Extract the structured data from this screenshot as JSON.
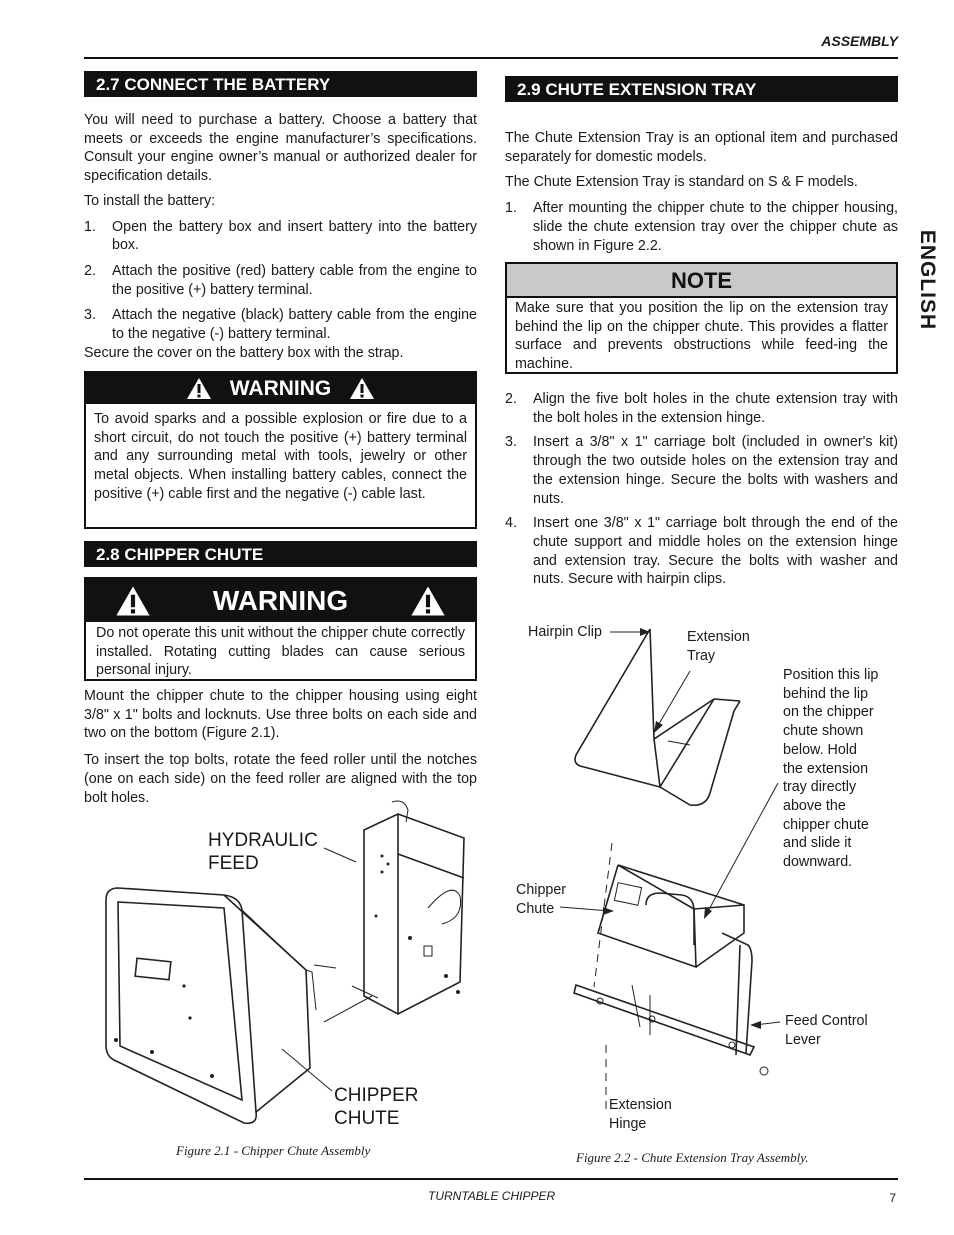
{
  "header": {
    "section_title": "ASSEMBLY"
  },
  "side_tab": {
    "label": "ENGLISH"
  },
  "section_27": {
    "heading": "2.7  CONNECT THE BATTERY",
    "intro": "You will need to purchase a battery.  Choose a battery that meets or exceeds the engine manufacturer’s specifications.  Consult your engine owner’s manual or authorized dealer for specification details.",
    "install_lead": "To install the battery:",
    "steps": [
      {
        "num": "1.",
        "text": "Open the battery box and insert battery into the battery box."
      },
      {
        "num": "2.",
        "text": "Attach the positive (red) battery cable from the engine to the positive (+) battery terminal."
      },
      {
        "num": "3.",
        "text": "Attach the negative (black) battery cable from the engine to the negative (-) battery terminal."
      }
    ],
    "secure": "Secure the cover on the battery box with the strap.",
    "warning": {
      "title": "WARNING",
      "text": "To avoid sparks and a possible explosion or fire due to a short circuit, do not touch the positive (+) battery terminal and any surrounding metal with tools, jewelry or other metal objects.  When installing battery cables, connect the positive (+) cable first and the negative (-) cable last."
    }
  },
  "section_28": {
    "heading": "2.8  CHIPPER CHUTE",
    "warning": {
      "title": "WARNING",
      "text": "Do not operate this unit without the chipper chute correctly installed. Rotating cutting blades can cause serious personal injury."
    },
    "para1": "Mount the chipper chute to the chipper housing using eight 3/8\" x 1\" bolts and locknuts. Use three bolts on each side and two on the bottom (Figure 2.1).",
    "para2": "To insert the top bolts, rotate the feed roller until the notches (one on each side) on the feed roller are aligned with the top bolt holes.",
    "figure": {
      "label_feed_1": "HYDRAULIC",
      "label_feed_2": "FEED",
      "label_chute_1": "CHIPPER",
      "label_chute_2": "CHUTE",
      "caption": "Figure 2.1 - Chipper Chute Assembly"
    }
  },
  "section_29": {
    "heading": "2.9  CHUTE EXTENSION TRAY",
    "para1": "The Chute Extension Tray is an optional item and purchased separately for domestic models.",
    "para2": "The Chute Extension Tray is standard on S & F models.",
    "step1": {
      "num": "1.",
      "text": "After mounting the chipper chute to the chipper housing, slide the chute extension tray over the chipper chute as shown in Figure 2.2."
    },
    "note": {
      "title": "NOTE",
      "text": "Make sure that you position the lip on the extension tray behind the lip on the chipper chute.  This provides a flatter surface and prevents obstructions while feed-ing the machine."
    },
    "steps": [
      {
        "num": "2.",
        "text": "Align the five bolt holes in the chute extension tray with the bolt holes in the extension hinge."
      },
      {
        "num": "3.",
        "text": "Insert a 3/8\" x 1\" carriage bolt (included in owner's kit) through the two outside holes on the extension tray and the extension hinge. Secure the bolts with washers and nuts."
      },
      {
        "num": "4.",
        "text": "Insert one 3/8\" x 1\" carriage bolt through the end of the chute support and middle holes on the extension hinge and extension tray.  Secure the bolts with washer and nuts. Secure with hairpin clips."
      }
    ],
    "figure": {
      "hairpin": "Hairpin Clip",
      "ext_tray_1": "Extension",
      "ext_tray_2": "Tray",
      "position_lines": [
        "Position this lip",
        "behind the lip",
        "on the chipper",
        "chute shown",
        "below. Hold",
        "the extension",
        "tray directly",
        "above the",
        "chipper chute",
        "and slide it",
        "downward."
      ],
      "chipper_chute_1": "Chipper",
      "chipper_chute_2": "Chute",
      "feed_control_1": "Feed Control",
      "feed_control_2": "Lever",
      "ext_hinge_1": "Extension",
      "ext_hinge_2": "Hinge",
      "caption": "Figure 2.2 - Chute Extension Tray Assembly."
    }
  },
  "footer": {
    "title": "TURNTABLE CHIPPER",
    "page": "7"
  }
}
